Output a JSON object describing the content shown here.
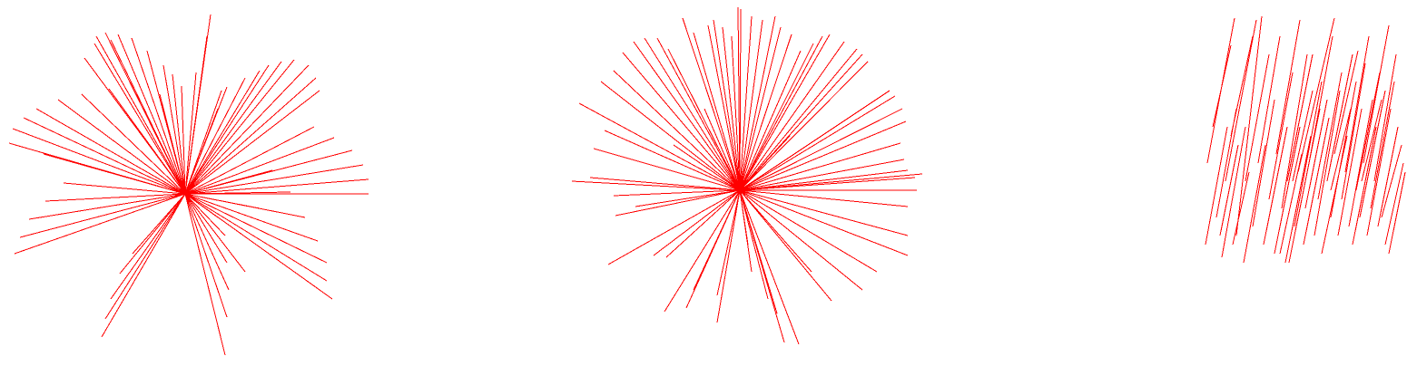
{
  "canvas": {
    "background": "#ffffff"
  },
  "line_color": "#ff0000",
  "panels": [
    {
      "name": "starburst-left",
      "kind": "radial",
      "ray_count": 66
    },
    {
      "name": "starburst-middle",
      "kind": "radial",
      "ray_count": 70
    },
    {
      "name": "diagonal-strokes-right",
      "kind": "parallel",
      "stroke_count": 52
    }
  ]
}
